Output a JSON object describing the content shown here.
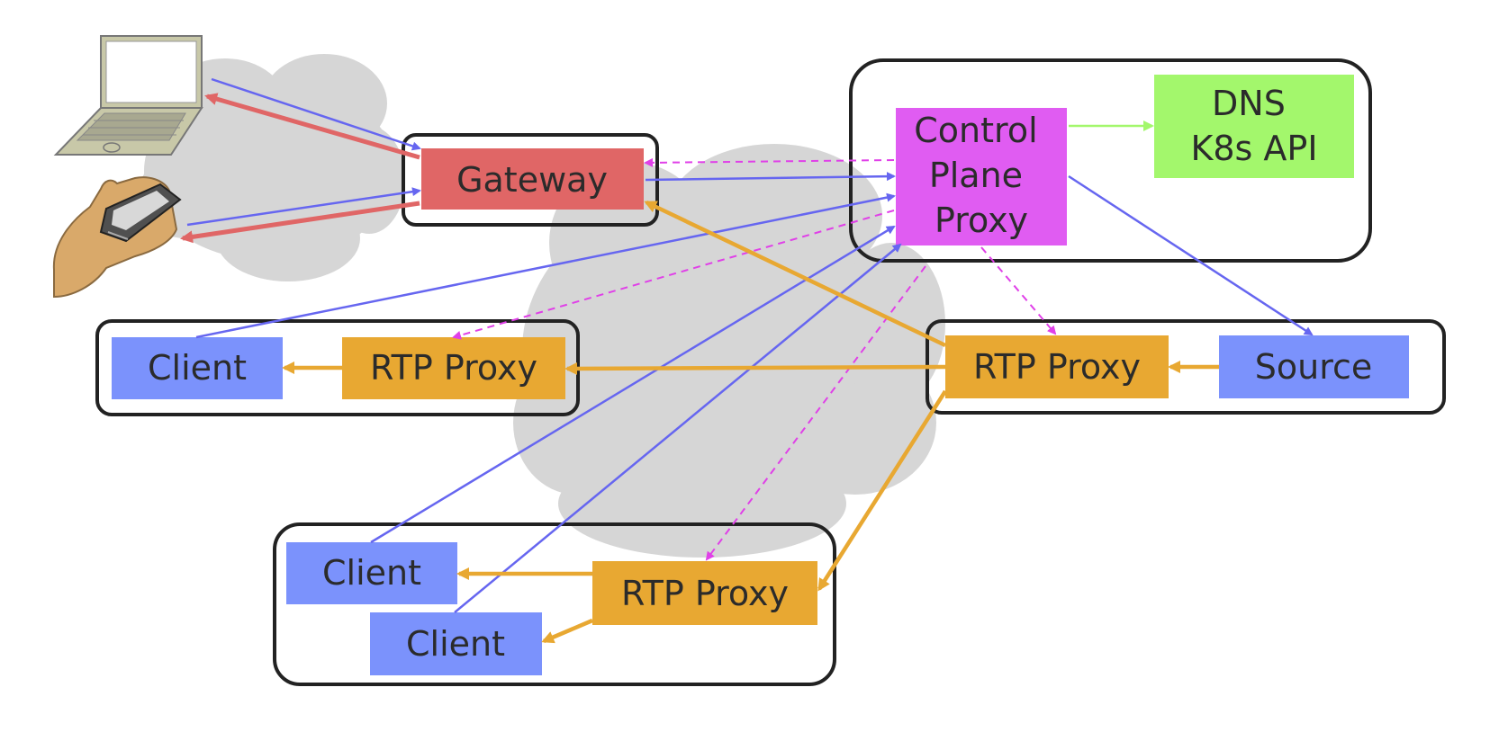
{
  "colors": {
    "gateway": "#e06666",
    "control_plane": "#e05cf2",
    "dns": "#a3f76c",
    "rtp_proxy": "#e8a832",
    "client": "#7b92fc",
    "control_link": "#6666f0",
    "media_link": "#e8a832",
    "signal_dashed": "#e040e8",
    "dns_link": "#a3f76c",
    "cloud": "#d6d6d6",
    "group_border": "#222222"
  },
  "nodes": {
    "gateway": {
      "label": "Gateway"
    },
    "control_plane_proxy": {
      "lines": [
        "Control",
        "Plane",
        "Proxy"
      ]
    },
    "dns_k8s": {
      "lines": [
        "DNS",
        "K8s API"
      ]
    },
    "rtp_proxy_left": {
      "label": "RTP Proxy"
    },
    "rtp_proxy_right": {
      "label": "RTP Proxy"
    },
    "rtp_proxy_bottom": {
      "label": "RTP Proxy"
    },
    "client_left": {
      "label": "Client"
    },
    "client_bottom_1": {
      "label": "Client"
    },
    "client_bottom_2": {
      "label": "Client"
    },
    "source": {
      "label": "Source"
    }
  },
  "devices": {
    "laptop": "laptop-icon",
    "handheld": "handheld-device-icon"
  }
}
